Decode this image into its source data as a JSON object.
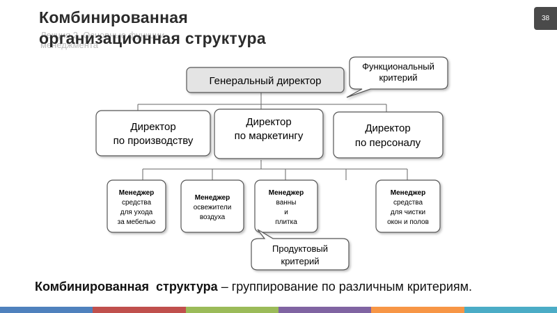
{
  "slide": {
    "title_line1": "Комбинированная",
    "title_line2": "организационная структура",
    "subtitle_line1": "Лекция 2. Основные функции",
    "subtitle_line2": "менеджмента",
    "page_number": "38"
  },
  "diagram": {
    "general_director": "Генеральный директор",
    "callout_functional": [
      "Функциональный",
      "критерий"
    ],
    "directors": [
      [
        "Директор",
        "по производству"
      ],
      [
        "Директор",
        "по маркетингу"
      ],
      [
        "Директор",
        "по персоналу"
      ]
    ],
    "managers": [
      {
        "title": "Менеджер",
        "lines": [
          "средства",
          "для ухода",
          "за мебелью"
        ]
      },
      {
        "title": "Менеджер",
        "lines": [
          "освежители",
          "воздуха"
        ]
      },
      {
        "title": "Менеджер",
        "lines": [
          "ванны",
          "и",
          "плитка"
        ]
      },
      {
        "title": "Менеджер",
        "lines": [
          "средства",
          "для чистки",
          "окон и полов"
        ]
      }
    ],
    "callout_product": [
      "Продуктовый",
      "критерий"
    ]
  },
  "caption": {
    "bold": "Комбинированная  структура",
    "text": " – группирование по различным критериям."
  },
  "footer_colors": [
    "#4f81bd",
    "#c0504d",
    "#9bbb59",
    "#8064a2",
    "#f79646",
    "#4bacc6"
  ]
}
